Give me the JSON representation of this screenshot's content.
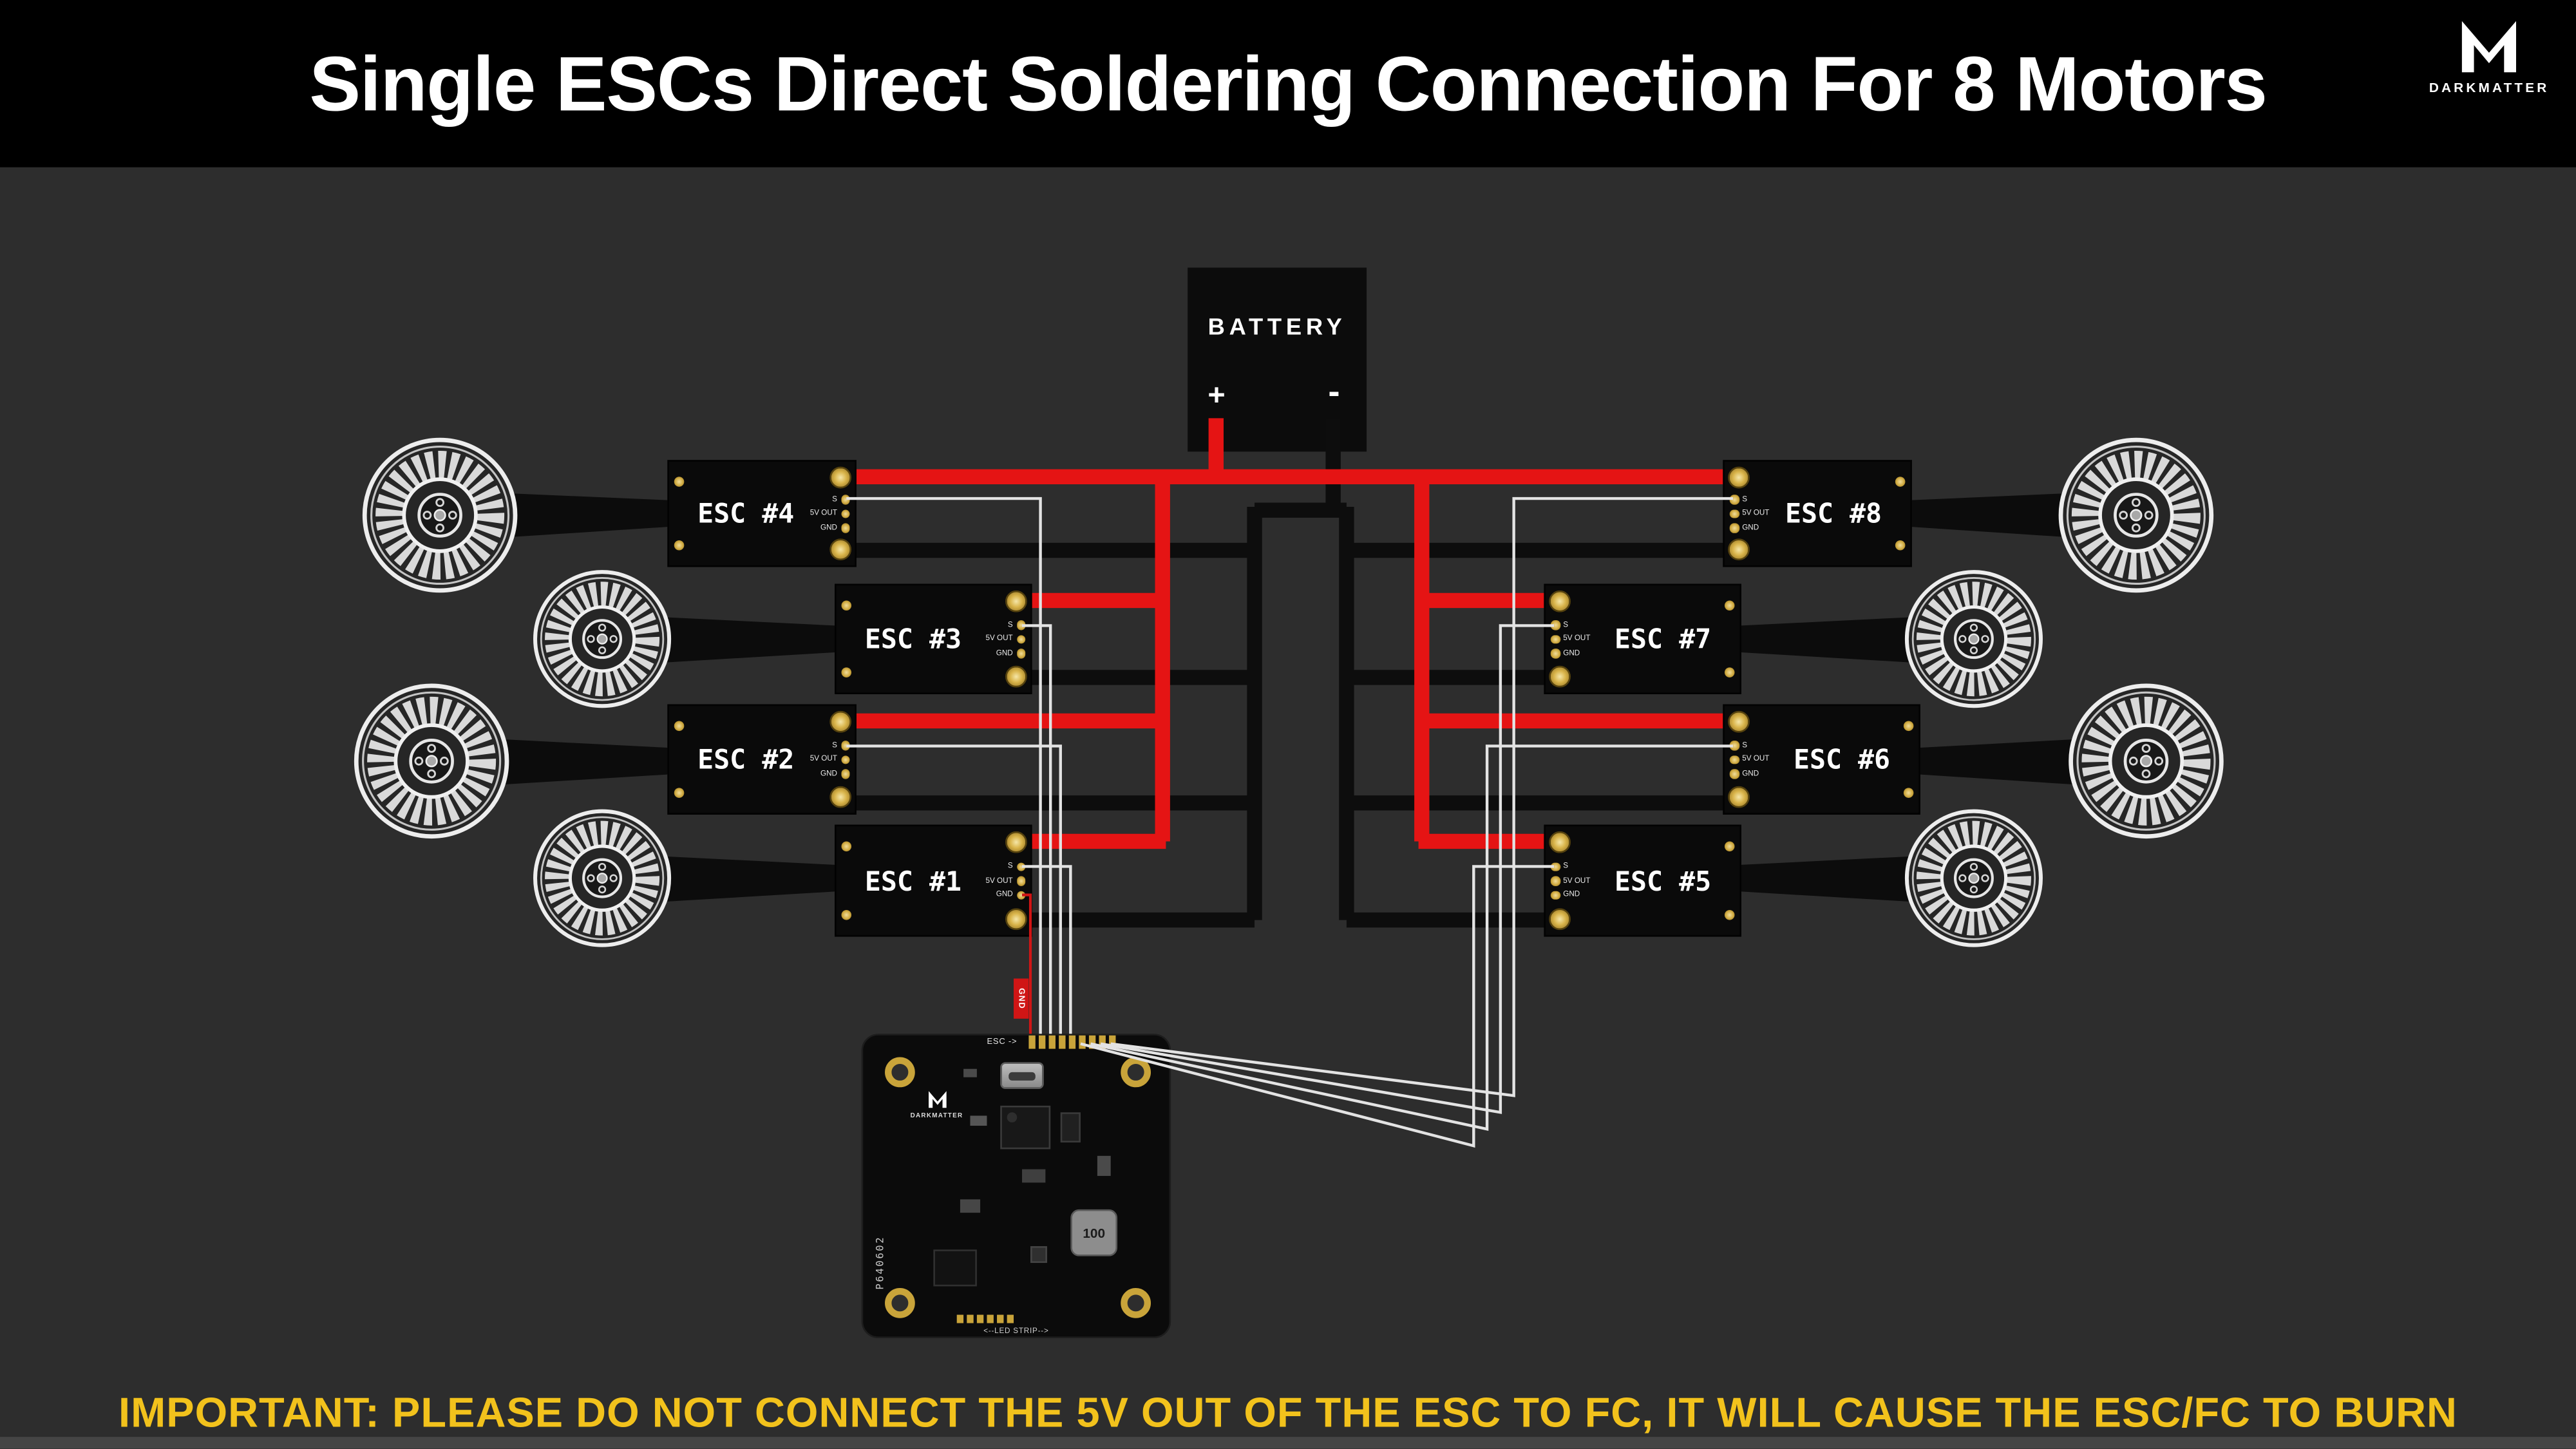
{
  "header": {
    "title": "Single ESCs Direct Soldering Connection For 8 Motors",
    "brand": "DARKMATTER"
  },
  "battery": {
    "label": "BATTERY",
    "positive": "+",
    "negative": "-"
  },
  "pad_labels": {
    "s": "S",
    "v5": "5V OUT",
    "gnd": "GND"
  },
  "escs": [
    {
      "label": "ESC #1"
    },
    {
      "label": "ESC #2"
    },
    {
      "label": "ESC #3"
    },
    {
      "label": "ESC #4"
    },
    {
      "label": "ESC #5"
    },
    {
      "label": "ESC #6"
    },
    {
      "label": "ESC #7"
    },
    {
      "label": "ESC #8"
    }
  ],
  "fc": {
    "brand": "DARKMATTER",
    "esc_row_label": "ESC ->",
    "part_number": "P640602",
    "inductor_value": "100",
    "led_strip_label": "<--LED STRIP-->",
    "gnd_tag": "GND"
  },
  "warning": {
    "text": "IMPORTANT: PLEASE DO NOT CONNECT THE 5V OUT OF THE ESC TO FC, IT WILL CAUSE THE ESC/FC TO BURN"
  },
  "colors": {
    "background": "#2d2d2d",
    "header_bg": "#000000",
    "wire_positive": "#e51414",
    "wire_ground": "#0d0d0d",
    "wire_signal": "#e3e3e3",
    "warning_text": "#f2c21c",
    "pad_gold": "#c9a43a"
  }
}
